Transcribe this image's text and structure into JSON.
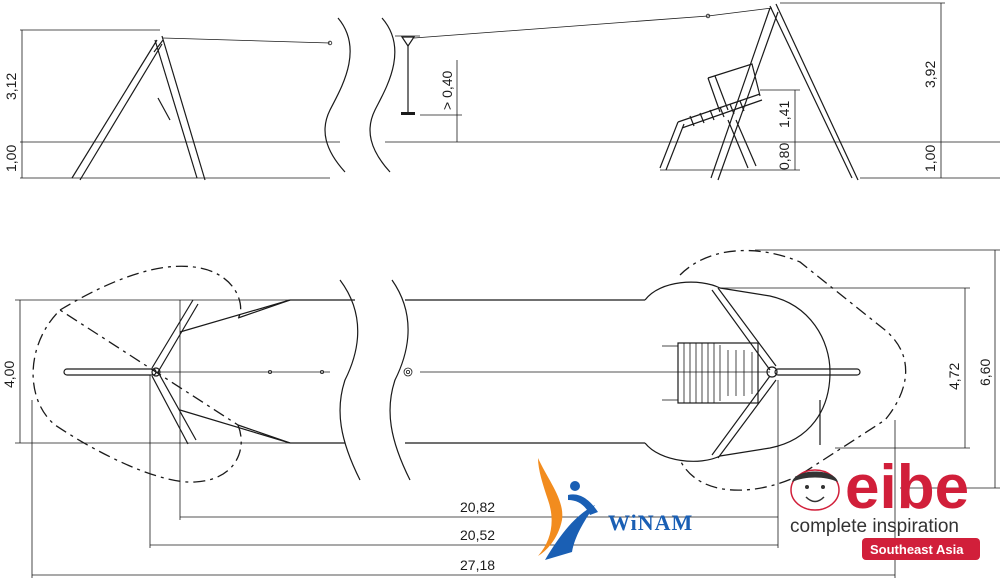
{
  "elevation": {
    "left_height": "3,12",
    "left_base": "1,00",
    "seat_clearance": "> 0,40",
    "right_height": "3,92",
    "right_base": "1,00",
    "seat_height": "1,41",
    "seat_offset": "0,80"
  },
  "plan": {
    "width_left": "4,00",
    "width_right_inner": "4,72",
    "width_right_outer": "6,60",
    "length_inner": "20,82",
    "length_mid": "20,52",
    "length_total": "27,18"
  },
  "branding": {
    "winam_label": "WiNAM",
    "eibe_label": "eibe",
    "eibe_tagline": "complete inspiration",
    "eibe_region": "Southeast Asia"
  },
  "colors": {
    "winam_orange": "#f28c1e",
    "winam_blue": "#1a5fb4",
    "eibe_red": "#d11f3a"
  }
}
